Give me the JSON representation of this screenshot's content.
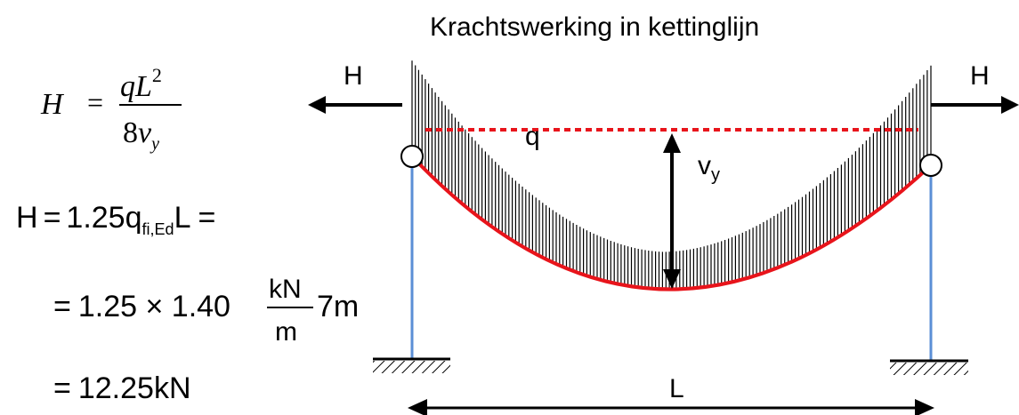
{
  "title": "Krachtswerking in kettinglijn",
  "labels": {
    "h_left": "H",
    "h_right": "H",
    "q": "q",
    "vy_base": "v",
    "vy_sub": "y",
    "span": "L"
  },
  "formula_general": {
    "lhs": "H",
    "eq": "=",
    "num_q": "q",
    "num_L": "L",
    "num_exp": "2",
    "den_coef": "8",
    "den_v": "v",
    "den_sub": "y"
  },
  "formula_h": {
    "lhs": "H",
    "eq": "=",
    "coef": "1.25",
    "q": "q",
    "q_sub": "fi,Ed",
    "L": "L",
    "tail_eq": "="
  },
  "formula_values": {
    "eq": "=",
    "text": "1.25 × 1.40",
    "unit_num": "kN",
    "unit_den": "m",
    "length": "7m"
  },
  "formula_result": {
    "eq": "=",
    "text": "12.25kN"
  },
  "colors": {
    "cable": "#e8141b",
    "columns": "#5b8fd6",
    "ink": "#000000"
  }
}
